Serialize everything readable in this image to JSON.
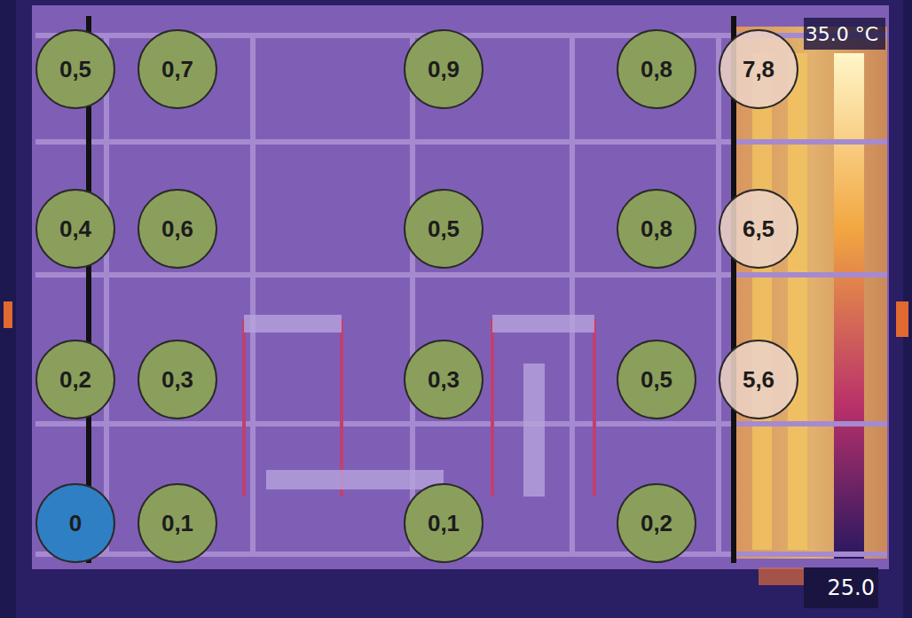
{
  "diagram": {
    "nodes": [
      {
        "text": [
          "0,5"
        ]
      },
      {
        "text": [
          "0,7"
        ]
      },
      {
        "text": [
          "0,9"
        ]
      },
      {
        "text": [
          "0,8"
        ]
      },
      {
        "text": [
          "7,8"
        ]
      },
      {
        "text": [
          "0,4"
        ]
      },
      {
        "text": [
          "0,6"
        ]
      },
      {
        "text": [
          "0,5"
        ]
      },
      {
        "text": [
          "0,8"
        ]
      },
      {
        "text": [
          "6,5"
        ]
      },
      {
        "text": [
          "0,2"
        ]
      },
      {
        "text": [
          "0,3"
        ]
      },
      {
        "text": [
          "0,3"
        ]
      },
      {
        "text": [
          "0,5"
        ]
      },
      {
        "text": [
          "5,6"
        ]
      },
      {
        "text": [
          "0"
        ]
      },
      {
        "text": [
          "0,1"
        ]
      },
      {
        "text": [
          "0,1"
        ]
      },
      {
        "text": [
          "0,2"
        ]
      }
    ],
    "labels": [
      "35.0 °C",
      "25.0"
    ]
  }
}
